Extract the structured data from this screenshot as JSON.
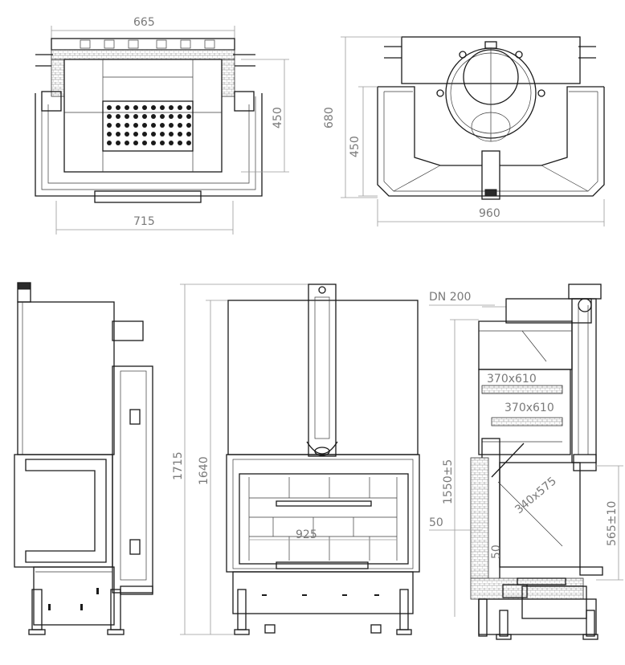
{
  "top_view_left": {
    "width_top": "665",
    "width_bottom": "715",
    "depth": "450"
  },
  "top_view_right": {
    "height": "680",
    "depth": "450",
    "width": "960"
  },
  "front_view": {
    "height_outer": "1715",
    "height_inner": "1640",
    "opening_width": "925"
  },
  "side_view": {
    "flue": "DN 200",
    "plate_upper": "370x610",
    "plate_lower": "370x610",
    "height_to_flue": "1550±5",
    "firebox": "340x575",
    "hearth_height": "565±10",
    "left_offset": "50",
    "base_inset": "50"
  }
}
